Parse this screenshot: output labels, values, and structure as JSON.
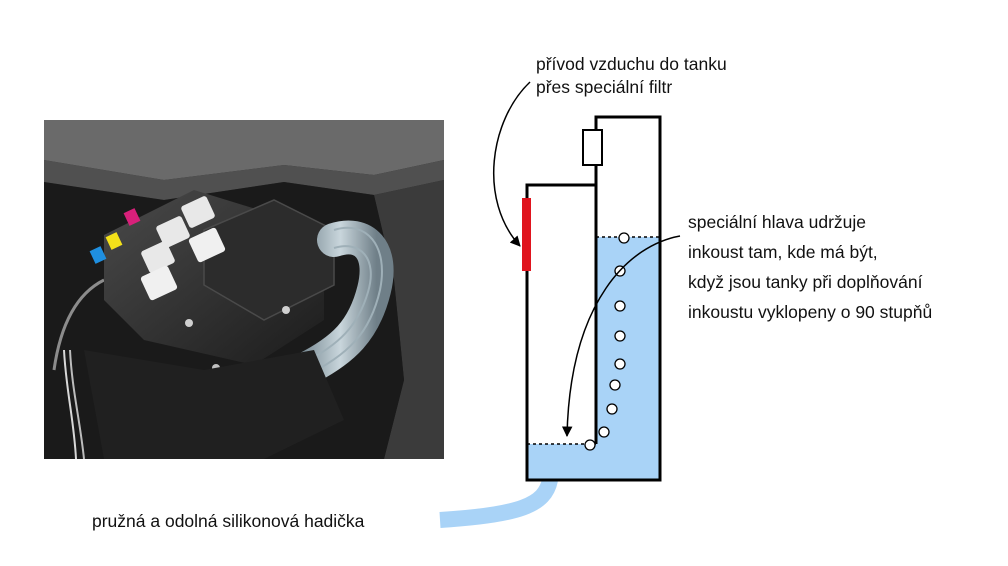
{
  "labels": {
    "air_intake": [
      "přívod vzduchu do tanku",
      "přes speciální filtr"
    ],
    "special_head": [
      "speciální hlava udržuje",
      "inkoust tam, kde má být,",
      "když jsou tanky při doplňování",
      "inkoustu vyklopeny o 90 stupňů"
    ],
    "tube": "pružná a odolná silikonová hadička"
  },
  "colors": {
    "ink": "#a9d3f7",
    "valve": "#e0141e",
    "outline": "#000000"
  },
  "photo": {
    "subject": "printer-ink-cartridges-photo",
    "cartridge_colors": [
      "#1f8fe0",
      "#f4e11a",
      "#d8207a",
      "#222222"
    ]
  }
}
